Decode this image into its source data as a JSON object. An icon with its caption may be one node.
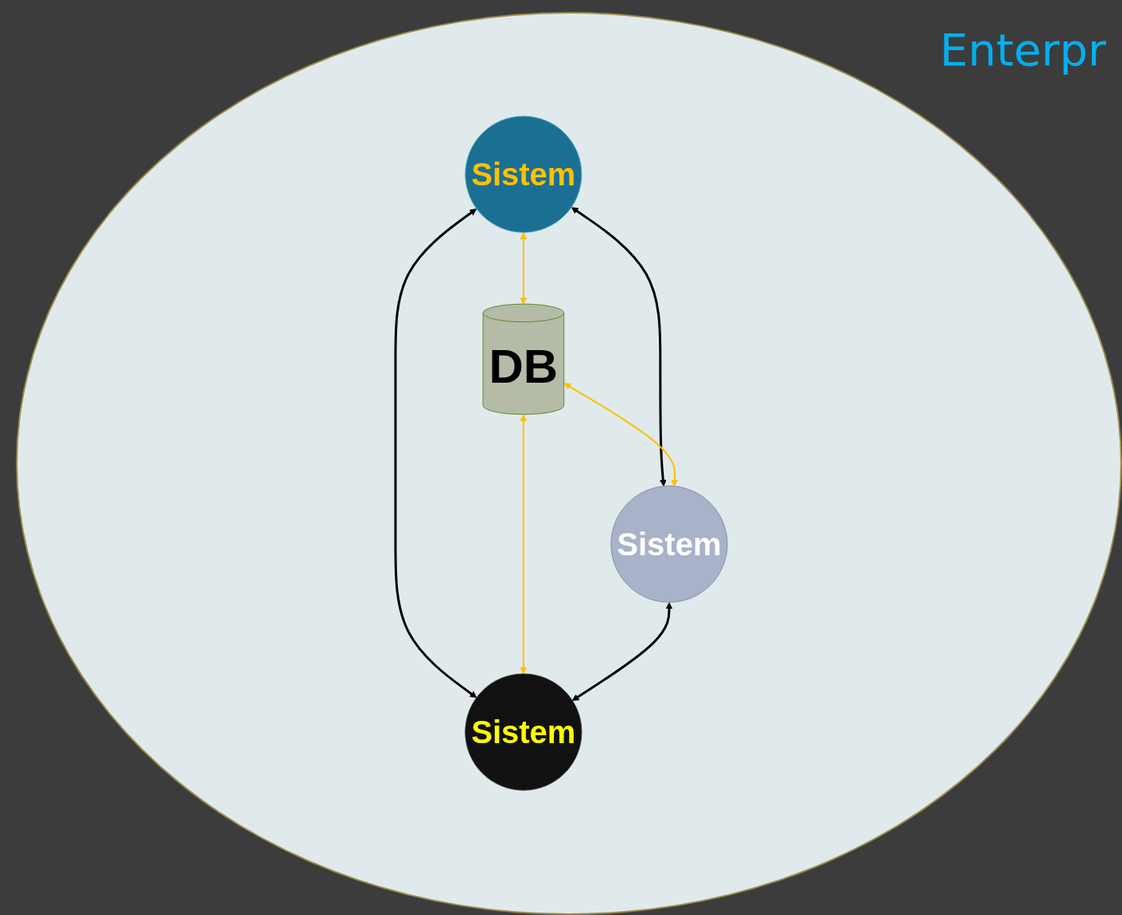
{
  "diagram": {
    "title": "Enterpr",
    "nodes": [
      {
        "text": [
          "Sistem"
        ]
      },
      {
        "text": [
          "DB"
        ]
      },
      {
        "text": [
          "Sistem"
        ]
      },
      {
        "text": [
          "Sistem"
        ]
      }
    ],
    "edges": [
      {
        "from": 0,
        "to": 2,
        "arrow": "both"
      },
      {
        "from": 0,
        "to": 3,
        "arrow": "both"
      },
      {
        "from": 0,
        "to": 1,
        "arrow": "both",
        "color": "#ffc000"
      },
      {
        "from": 1,
        "to": 2,
        "arrow": "both",
        "color": "#ffc000"
      },
      {
        "from": 1,
        "to": 3,
        "arrow": "both",
        "color": "#ffc000"
      },
      {
        "from": 2,
        "to": 3,
        "arrow": "both"
      }
    ]
  }
}
